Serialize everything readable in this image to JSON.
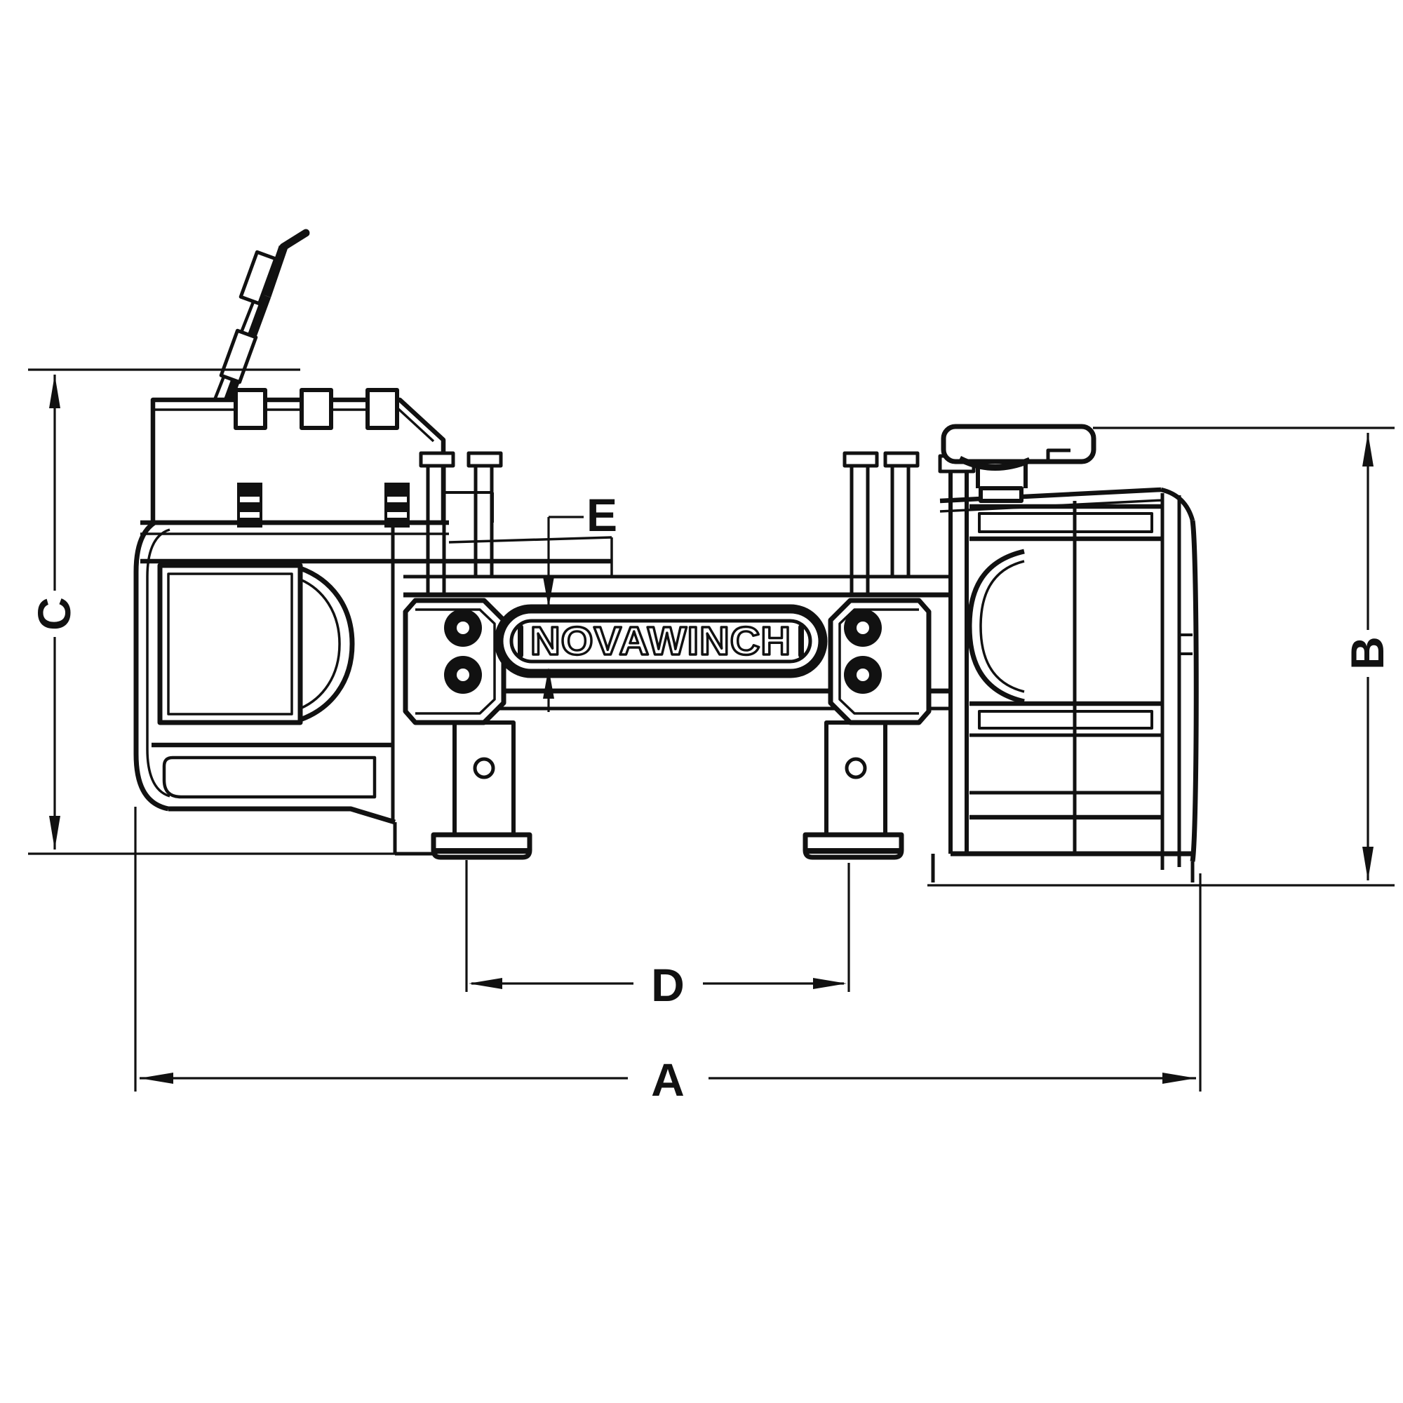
{
  "diagram": {
    "title": "winch-dimensional-drawing",
    "type": "technical-line-drawing",
    "background_color": "#ffffff",
    "line_color": "#111111",
    "brand_plate_text": "NOVAWINCH",
    "dimension_labels": {
      "a": "A",
      "b": "B",
      "c": "C",
      "d": "D",
      "e": "E"
    },
    "dimension_orientations": {
      "a": "horizontal-bottom-overall",
      "b": "vertical-right",
      "c": "vertical-left",
      "d": "horizontal-between-feet",
      "e": "leader-to-tie-plate"
    }
  }
}
